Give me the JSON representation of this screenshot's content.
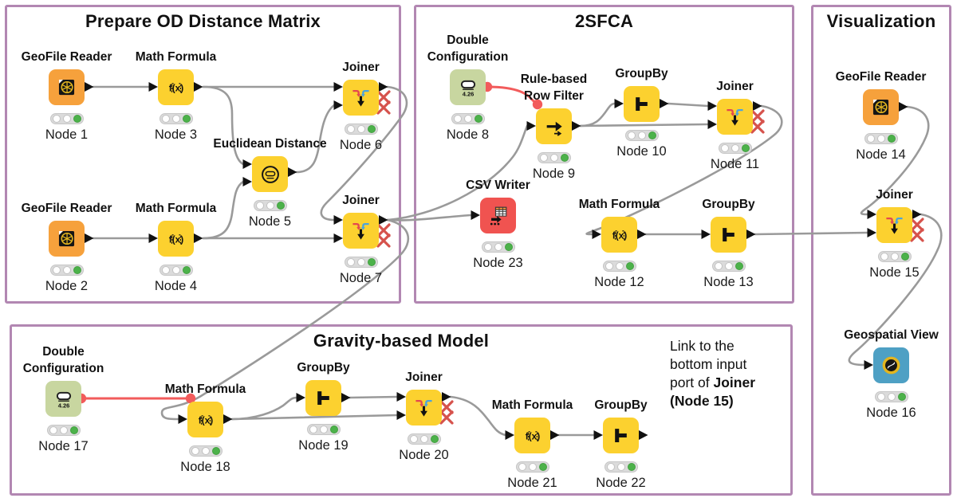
{
  "workflow": {
    "kind": "KNIME workflow",
    "background": "#ffffff",
    "wire_color": "#9A9A9A",
    "flow_variable_color": "#F25B5B",
    "group_border_color": "#B287B2"
  },
  "groups": [
    {
      "id": "prepare",
      "title": "Prepare OD Distance Matrix"
    },
    {
      "id": "sfca",
      "title": "2SFCA"
    },
    {
      "id": "visualization",
      "title": "Visualization"
    },
    {
      "id": "gravity",
      "title": "Gravity-based Model"
    }
  ],
  "nodes": [
    {
      "id": "n1",
      "type": "GeoFile Reader",
      "icon": "geofile-reader-icon",
      "label": [
        "GeoFile Reader"
      ],
      "number": "Node 1",
      "color": "#F6A13C",
      "status": "executed"
    },
    {
      "id": "n3",
      "type": "Math Formula",
      "icon": "math-formula-icon",
      "label": [
        "Math Formula"
      ],
      "number": "Node 3",
      "color": "#FCD12F",
      "status": "executed"
    },
    {
      "id": "n5",
      "type": "Euclidean Distance",
      "icon": "euclidean-distance-icon",
      "label": [
        "Euclidean Distance"
      ],
      "number": "Node 5",
      "color": "#FCD12F",
      "status": "executed"
    },
    {
      "id": "n6",
      "type": "Joiner",
      "icon": "joiner-icon",
      "label": [
        "Joiner"
      ],
      "number": "Node 6",
      "color": "#FCD12F",
      "status": "executed"
    },
    {
      "id": "n2",
      "type": "GeoFile Reader",
      "icon": "geofile-reader-icon",
      "label": [
        "GeoFile Reader"
      ],
      "number": "Node 2",
      "color": "#F6A13C",
      "status": "executed"
    },
    {
      "id": "n4",
      "type": "Math Formula",
      "icon": "math-formula-icon",
      "label": [
        "Math Formula"
      ],
      "number": "Node 4",
      "color": "#FCD12F",
      "status": "executed"
    },
    {
      "id": "n7",
      "type": "Joiner",
      "icon": "joiner-icon",
      "label": [
        "Joiner"
      ],
      "number": "Node 7",
      "color": "#FCD12F",
      "status": "executed"
    },
    {
      "id": "n8",
      "type": "Double Configuration",
      "icon": "double-configuration-icon",
      "label": [
        "Double",
        "Configuration"
      ],
      "number": "Node 8",
      "color": "#C8D6A0",
      "status": "executed"
    },
    {
      "id": "n9",
      "type": "Rule-based Row Filter",
      "icon": "row-filter-icon",
      "label": [
        "Rule-based",
        "Row Filter"
      ],
      "number": "Node 9",
      "color": "#FCD12F",
      "status": "executed"
    },
    {
      "id": "n10",
      "type": "GroupBy",
      "icon": "groupby-icon",
      "label": [
        "GroupBy"
      ],
      "number": "Node 10",
      "color": "#FCD12F",
      "status": "executed"
    },
    {
      "id": "n11",
      "type": "Joiner",
      "icon": "joiner-icon",
      "label": [
        "Joiner"
      ],
      "number": "Node 11",
      "color": "#FCD12F",
      "status": "executed"
    },
    {
      "id": "n23",
      "type": "CSV Writer",
      "icon": "csv-writer-icon",
      "label": [
        "CSV Writer"
      ],
      "number": "Node 23",
      "color": "#F05350",
      "status": "executed"
    },
    {
      "id": "n12",
      "type": "Math Formula",
      "icon": "math-formula-icon",
      "label": [
        "Math Formula"
      ],
      "number": "Node 12",
      "color": "#FCD12F",
      "status": "executed"
    },
    {
      "id": "n13",
      "type": "GroupBy",
      "icon": "groupby-icon",
      "label": [
        "GroupBy"
      ],
      "number": "Node 13",
      "color": "#FCD12F",
      "status": "executed"
    },
    {
      "id": "n14",
      "type": "GeoFile Reader",
      "icon": "geofile-reader-icon",
      "label": [
        "GeoFile Reader"
      ],
      "number": "Node 14",
      "color": "#F6A13C",
      "status": "executed"
    },
    {
      "id": "n15",
      "type": "Joiner",
      "icon": "joiner-icon",
      "label": [
        "Joiner"
      ],
      "number": "Node 15",
      "color": "#FCD12F",
      "status": "executed"
    },
    {
      "id": "n16",
      "type": "Geospatial View",
      "icon": "geospatial-view-icon",
      "label": [
        "Geospatial View"
      ],
      "number": "Node 16",
      "color": "#4EA0C4",
      "status": "executed"
    },
    {
      "id": "n17",
      "type": "Double Configuration",
      "icon": "double-configuration-icon",
      "label": [
        "Double",
        "Configuration"
      ],
      "number": "Node 17",
      "color": "#C8D6A0",
      "status": "executed"
    },
    {
      "id": "n18",
      "type": "Math Formula",
      "icon": "math-formula-icon",
      "label": [
        "Math Formula"
      ],
      "number": "Node 18",
      "color": "#FCD12F",
      "status": "executed"
    },
    {
      "id": "n19",
      "type": "GroupBy",
      "icon": "groupby-icon",
      "label": [
        "GroupBy"
      ],
      "number": "Node 19",
      "color": "#FCD12F",
      "status": "executed"
    },
    {
      "id": "n20",
      "type": "Joiner",
      "icon": "joiner-icon",
      "label": [
        "Joiner"
      ],
      "number": "Node 20",
      "color": "#FCD12F",
      "status": "executed"
    },
    {
      "id": "n21",
      "type": "Math Formula",
      "icon": "math-formula-icon",
      "label": [
        "Math Formula"
      ],
      "number": "Node 21",
      "color": "#FCD12F",
      "status": "executed"
    },
    {
      "id": "n22",
      "type": "GroupBy",
      "icon": "groupby-icon",
      "label": [
        "GroupBy"
      ],
      "number": "Node 22",
      "color": "#FCD12F",
      "status": "executed"
    }
  ],
  "edges": [
    {
      "from": "n1",
      "to": "n3",
      "kind": "data"
    },
    {
      "from": "n2",
      "to": "n4",
      "kind": "data"
    },
    {
      "from": "n3",
      "to": "n5",
      "kind": "data"
    },
    {
      "from": "n3",
      "to": "n6",
      "kind": "data"
    },
    {
      "from": "n4",
      "to": "n5",
      "kind": "data"
    },
    {
      "from": "n4",
      "to": "n7",
      "kind": "data"
    },
    {
      "from": "n5",
      "to": "n6",
      "kind": "data"
    },
    {
      "from": "n6",
      "to": "n7",
      "kind": "data"
    },
    {
      "from": "n7",
      "to": "n23",
      "kind": "data"
    },
    {
      "from": "n7",
      "to": "n9",
      "kind": "data"
    },
    {
      "from": "n7",
      "to": "n18",
      "kind": "data"
    },
    {
      "from": "n8",
      "to": "n9",
      "kind": "flow-variable"
    },
    {
      "from": "n9",
      "to": "n10",
      "kind": "data"
    },
    {
      "from": "n9",
      "to": "n11",
      "kind": "data"
    },
    {
      "from": "n10",
      "to": "n11",
      "kind": "data"
    },
    {
      "from": "n11",
      "to": "n12",
      "kind": "data"
    },
    {
      "from": "n12",
      "to": "n13",
      "kind": "data"
    },
    {
      "from": "n13",
      "to": "n15",
      "kind": "data"
    },
    {
      "from": "n14",
      "to": "n15",
      "kind": "data"
    },
    {
      "from": "n15",
      "to": "n16",
      "kind": "data"
    },
    {
      "from": "n17",
      "to": "n18",
      "kind": "flow-variable"
    },
    {
      "from": "n18",
      "to": "n19",
      "kind": "data"
    },
    {
      "from": "n18",
      "to": "n20",
      "kind": "data"
    },
    {
      "from": "n19",
      "to": "n20",
      "kind": "data"
    },
    {
      "from": "n20",
      "to": "n21",
      "kind": "data"
    },
    {
      "from": "n21",
      "to": "n22",
      "kind": "data"
    }
  ],
  "annotation": {
    "lines": [
      [
        {
          "t": "Link to the"
        }
      ],
      [
        {
          "t": "bottom input"
        }
      ],
      [
        {
          "t": "port of "
        },
        {
          "t": "Joiner",
          "b": true
        }
      ],
      [
        {
          "t": "(Node 15)",
          "b": true
        }
      ]
    ]
  },
  "config_icon_value": "4.26",
  "math_icon_text": "f(x)"
}
